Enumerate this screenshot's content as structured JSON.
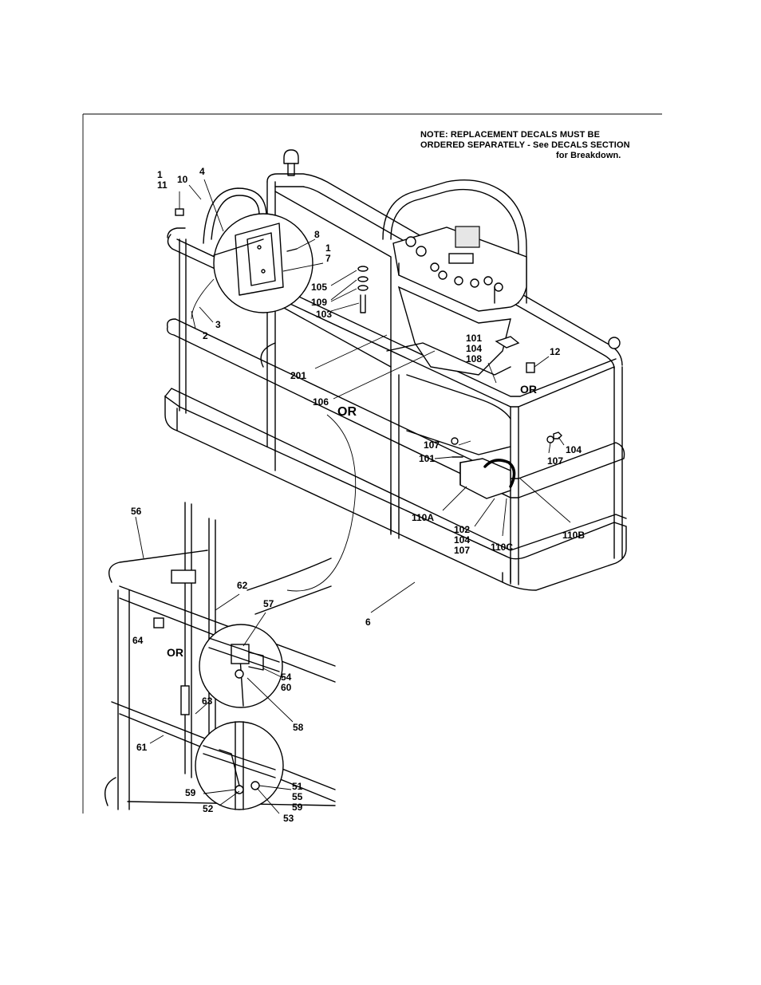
{
  "note": {
    "line1": "NOTE: REPLACEMENT DECALS MUST BE",
    "line2": "ORDERED SEPARATELY - See DECALS SECTION",
    "line3": "for Breakdown."
  },
  "or_label": "OR",
  "callouts": {
    "c_1_11": [
      "1",
      "11"
    ],
    "c_10": [
      "10"
    ],
    "c_4": [
      "4"
    ],
    "c_8": [
      "8"
    ],
    "c_1_7": [
      "1",
      "7"
    ],
    "c_105": [
      "105"
    ],
    "c_109": [
      "109"
    ],
    "c_103": [
      "103"
    ],
    "c_2": [
      "2"
    ],
    "c_3": [
      "3"
    ],
    "c_201": [
      "201"
    ],
    "c_106": [
      "106"
    ],
    "c_101_104_108": [
      "101",
      "104",
      "108"
    ],
    "c_12": [
      "12"
    ],
    "c_107a": [
      "107"
    ],
    "c_101": [
      "101"
    ],
    "c_104": [
      "104"
    ],
    "c_107b": [
      "107"
    ],
    "c_110a": [
      "110A"
    ],
    "c_102_104_107": [
      "102",
      "104",
      "107"
    ],
    "c_110c": [
      "110C"
    ],
    "c_110b": [
      "110B"
    ],
    "c_6": [
      "6"
    ],
    "c_56": [
      "56"
    ],
    "c_62": [
      "62"
    ],
    "c_57": [
      "57"
    ],
    "c_64": [
      "64"
    ],
    "c_54_60": [
      "54",
      "60"
    ],
    "c_63": [
      "63"
    ],
    "c_58": [
      "58"
    ],
    "c_61": [
      "61"
    ],
    "c_59a": [
      "59"
    ],
    "c_52": [
      "52"
    ],
    "c_53": [
      "53"
    ],
    "c_51_55_59": [
      "51",
      "55",
      "59"
    ]
  }
}
